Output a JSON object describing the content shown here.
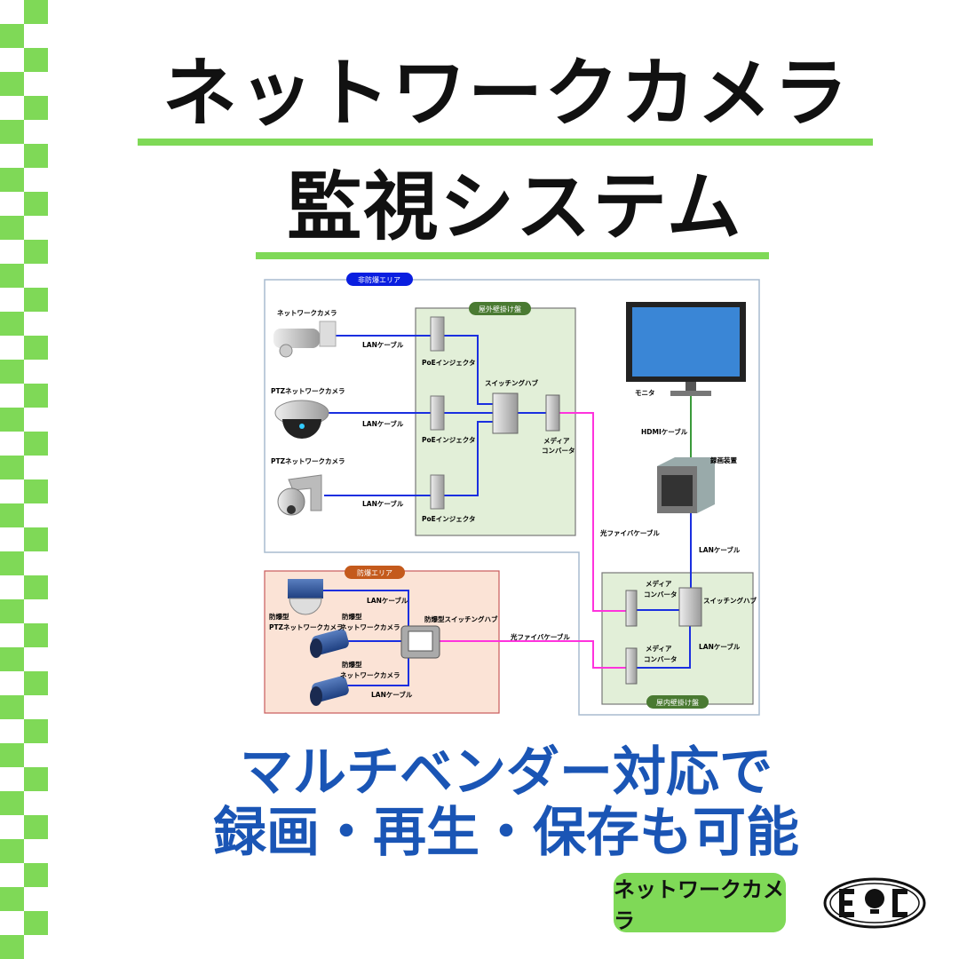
{
  "title": {
    "line1": "ネットワークカメラ",
    "line2": "監視システム"
  },
  "diagram": {
    "area_non_explosion": "非防爆エリア",
    "area_explosion": "防爆エリア",
    "panel_outdoor": "屋外壁掛け盤",
    "panel_indoor": "屋内壁掛け盤",
    "camera_network": "ネットワークカメラ",
    "camera_ptz": "PTZネットワークカメラ",
    "lan_cable": "LANケーブル",
    "poe_injector": "PoEインジェクタ",
    "switching_hub": "スイッチングハブ",
    "media_converter_1": "メディア",
    "media_converter_2": "コンバータ",
    "monitor": "モニタ",
    "hdmi_cable": "HDMIケーブル",
    "recorder": "録画装置",
    "fiber_cable": "光ファイバケーブル",
    "ex_prefix": "防爆型",
    "ex_ptz_camera": "PTZネットワークカメラ",
    "ex_network_camera": "ネットワークカメラ",
    "ex_switching_hub": "防爆型スイッチングハブ"
  },
  "subtitle": {
    "line1": "マルチベンダー対応で",
    "line2": "録画・再生・保存も可能"
  },
  "badge": "ネットワークカメラ",
  "logo": "EPC",
  "colors": {
    "accent_green": "#7fd957",
    "text_blue": "#1a55b5",
    "lan": "#1a2fe0",
    "fiber": "#ff33dd",
    "hdmi": "#3a9a3a"
  }
}
